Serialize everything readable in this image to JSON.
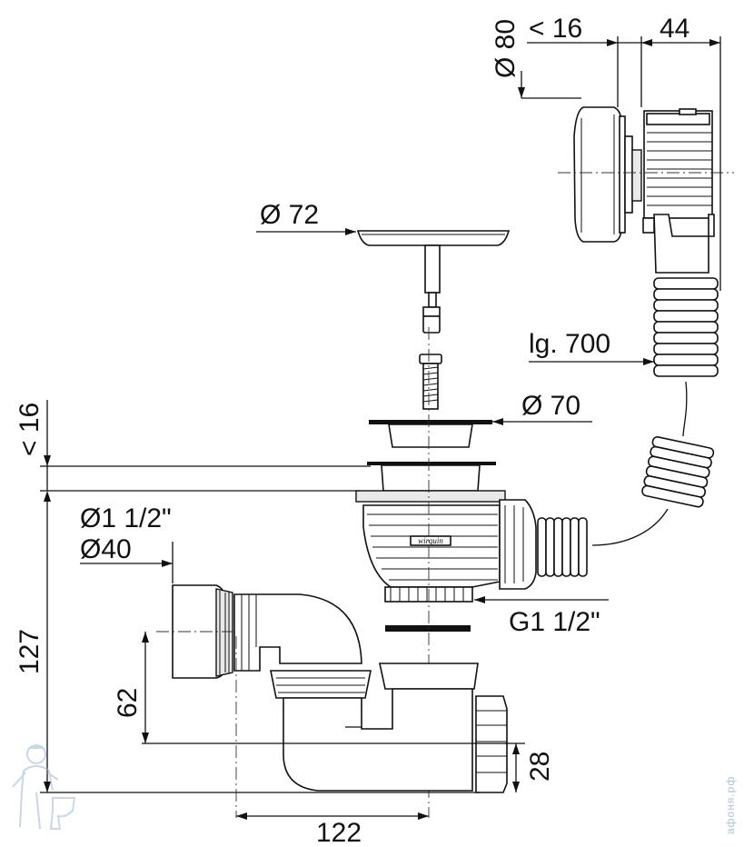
{
  "dimensions": {
    "outlet_diameter": "Ø 80",
    "outlet_depth": "< 16",
    "outlet_width": "44",
    "plug_diameter": "Ø 72",
    "hose_length": "lg. 700",
    "flange_diameter": "Ø 70",
    "basin_thickness": "< 16",
    "pipe_thread": "Ø1 1/2\"",
    "pipe_diameter": "Ø40",
    "drain_thread": "G1 1/2\"",
    "total_height": "127",
    "outlet_height": "62",
    "trap_offset": "28",
    "horizontal_distance": "122"
  },
  "watermark": "афоня.рф",
  "colors": {
    "line": "#111111",
    "fill": "#ffffff",
    "watermark": "#a9c4dc"
  },
  "icons": [
    "plumber-mascot-icon",
    "toilet-icon"
  ]
}
